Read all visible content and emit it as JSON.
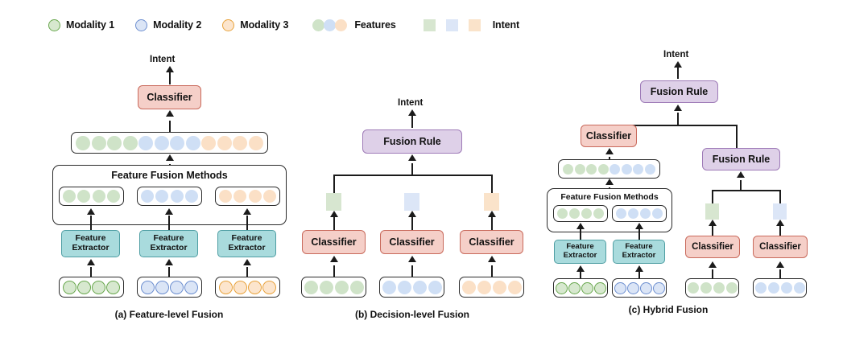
{
  "legend": {
    "items": [
      {
        "kind": "circle-outline",
        "name": "modality-1",
        "label": "Modality 1",
        "fill": "#d7e8cf",
        "stroke": "#6aa84f"
      },
      {
        "kind": "circle-outline",
        "name": "modality-2",
        "label": "Modality 2",
        "fill": "#dbe5f6",
        "stroke": "#6d8fd0"
      },
      {
        "kind": "circle-outline",
        "name": "modality-3",
        "label": "Modality 3",
        "fill": "#fce5cd",
        "stroke": "#e8a33d"
      },
      {
        "kind": "circle-triple",
        "name": "features",
        "label": "Features",
        "fills": [
          "#cfe3c8",
          "#cfdff5",
          "#fbe0c6"
        ]
      },
      {
        "kind": "square-triple",
        "name": "intent",
        "label": "Intent",
        "fills": [
          "#d7e6d0",
          "#dce6f7",
          "#fae3ca"
        ]
      }
    ]
  },
  "colors": {
    "modality1_fill": "#d7e8cf",
    "modality1_stroke": "#6aa84f",
    "modality2_fill": "#dbe5f6",
    "modality2_stroke": "#6d8fd0",
    "modality3_fill": "#fce5cd",
    "modality3_stroke": "#e8a33d",
    "feature1": "#cfe3c8",
    "feature2": "#cfdff5",
    "feature3": "#fbe0c6",
    "classifier_fill": "#f5cfc8",
    "classifier_stroke": "#c96a5c",
    "fusionrule_fill": "#ded0e8",
    "fusionrule_stroke": "#9f7cb8",
    "extractor_fill": "#a9dbdd",
    "extractor_stroke": "#4e9ea3",
    "box_stroke": "#2b2b2b",
    "line": "#1b1b1b"
  },
  "labels": {
    "intent": "Intent",
    "classifier": "Classifier",
    "fusion_rule": "Fusion Rule",
    "feature_extractor": "Feature\nExtractor",
    "feature_extractor_l1": "Feature",
    "feature_extractor_l2": "Extractor",
    "feature_fusion_methods": "Feature Fusion Methods"
  },
  "panels": {
    "a": {
      "caption": "(a) Feature-level Fusion",
      "intent_label": "Intent",
      "classifier_label": "Classifier",
      "fusion_box_title": "Feature Fusion Methods",
      "fused_vector": {
        "counts": [
          4,
          4,
          4
        ],
        "total": 12
      },
      "branches": [
        {
          "modality": "Modality 1",
          "feature_count": 4,
          "input_count": 4,
          "extractor": "Feature Extractor"
        },
        {
          "modality": "Modality 2",
          "feature_count": 4,
          "input_count": 4,
          "extractor": "Feature Extractor"
        },
        {
          "modality": "Modality 3",
          "feature_count": 4,
          "input_count": 4,
          "extractor": "Feature Extractor"
        }
      ]
    },
    "b": {
      "caption": "(b) Decision-level Fusion",
      "intent_label": "Intent",
      "fusion_rule_label": "Fusion Rule",
      "branches": [
        {
          "classifier": "Classifier",
          "intent_square": "modality-1",
          "input_count": 4
        },
        {
          "classifier": "Classifier",
          "intent_square": "modality-2",
          "input_count": 4
        },
        {
          "classifier": "Classifier",
          "intent_square": "modality-3",
          "input_count": 4
        }
      ]
    },
    "c": {
      "caption": "(c) Hybrid Fusion",
      "intent_label": "Intent",
      "top_fusion_rule": "Fusion Rule",
      "second_fusion_rule": "Fusion Rule",
      "classifier_label": "Classifier",
      "fusion_box_title": "Feature Fusion Methods",
      "fused_vector": {
        "counts": [
          4,
          4
        ],
        "total": 8
      },
      "left_branches": [
        {
          "feature_count": 4,
          "input_count": 4,
          "extractor": "Feature Extractor"
        },
        {
          "feature_count": 4,
          "input_count": 4,
          "extractor": "Feature Extractor"
        }
      ],
      "right_branches": [
        {
          "classifier": "Classifier",
          "intent_square": "modality-1",
          "input_count": 4
        },
        {
          "classifier": "Classifier",
          "intent_square": "modality-2",
          "input_count": 4
        }
      ]
    }
  }
}
